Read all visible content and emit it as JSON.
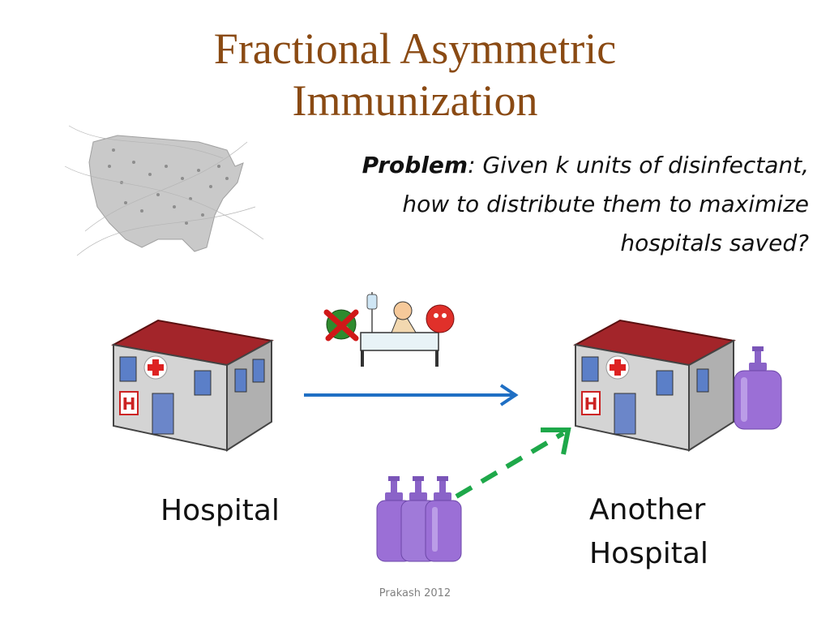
{
  "slide": {
    "title_line1": "Fractional Asymmetric",
    "title_line2": "Immunization",
    "problem": {
      "keyword": "Problem",
      "line1_rest": ": Given k units of disinfectant,",
      "line2": "how to distribute them to maximize",
      "line3": "hospitals saved?"
    },
    "labels": {
      "hospital": "Hospital",
      "another_line1": "Another",
      "another_line2": "Hospital"
    },
    "footer": "Prakash 2012"
  },
  "colors": {
    "title": "#8a4a13",
    "blue_arrow": "#1f6fc4",
    "green_arrow": "#1ea84a",
    "roof": "#a3252a",
    "soap": "#9b6fd6"
  },
  "icons": [
    "us-map",
    "hospital-building",
    "sick-patient",
    "germ",
    "soap-bottle",
    "cross-mark"
  ]
}
